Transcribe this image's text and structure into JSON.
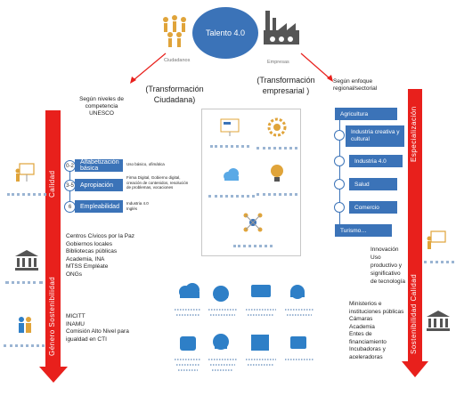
{
  "center": {
    "title": "Talento 4.0"
  },
  "branches": {
    "citizens_label": "Ciudadanos",
    "companies_label": "Empresas"
  },
  "transformations": {
    "citizen": "(Transformación Ciudadana)",
    "business": "(Transformación empresarial )"
  },
  "left_header": "Según niveles de competencia UNESCO",
  "right_header": "Según enfoque regional/sectorial",
  "competency_levels": [
    {
      "number": "0-2",
      "label": "Alfabetización básica",
      "detail": "Uso básico, ofimática"
    },
    {
      "number": "3-5",
      "label": "Apropiación",
      "detail": "Firma Digital, Gobierno digital, creación de contenidos, resolución de problemas, vocaciones"
    },
    {
      "number": "6",
      "label": "Empleabilidad",
      "detail": "Industria 4.0 Inglés"
    }
  ],
  "sectors": [
    "Agricultura",
    "Industria creativa y cultural",
    "Industria 4.0",
    "Salud",
    "Comercio",
    "Turismo…"
  ],
  "left_axis": {
    "top": "Calidad",
    "bottom": "Género  Sostenibilidad"
  },
  "right_axis": {
    "top": "Especialización",
    "bottom": "Sostenibilidad  Calidad"
  },
  "left_actors_1": [
    "Centros Cívicos por la Paz",
    "Gobiernos locales",
    "Bibliotecas públicas",
    "Academia, INA",
    "MTSS Empléate",
    "ONGs"
  ],
  "left_actors_2": [
    "MICITT",
    "INAMU",
    "Comisión Alto Nivel para igualdad en CTI"
  ],
  "right_innovation": [
    "Innovación",
    "Uso productivo y significativo de tecnología"
  ],
  "right_actors": [
    "Ministerios e instituciones públicas",
    "Cámaras",
    "Academia",
    "Entes de financiamiento",
    "Incubadoras y aceleradoras"
  ],
  "icons": {
    "people": "people-group-icon",
    "factory": "factory-icon",
    "board": "presentation-board-icon",
    "building": "government-building-icon",
    "cloud": "cloud-icon",
    "gear": "gear-icon",
    "bulb": "lightbulb-icon"
  },
  "colors": {
    "primary": "#3b73b8",
    "accent_red": "#e8201c",
    "icon_blue": "#2e7fc7"
  }
}
